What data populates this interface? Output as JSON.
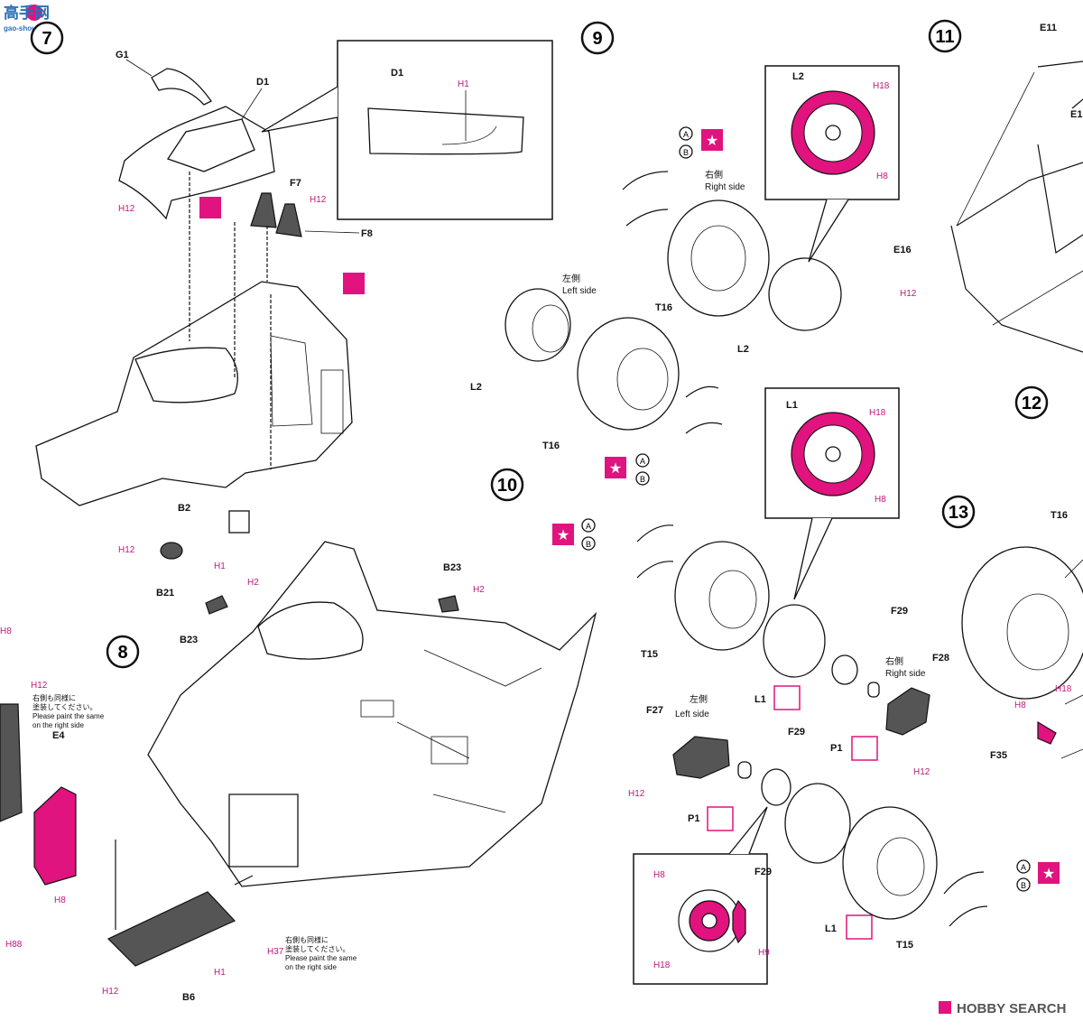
{
  "watermark": {
    "top_left": "高手网",
    "top_left_sub": "gao-shou.net",
    "bottom_right": "HOBBY SEARCH"
  },
  "steps": [
    "7",
    "8",
    "9",
    "10",
    "11",
    "12",
    "13"
  ],
  "colors": {
    "accent_pink": "#e0137f",
    "dark_gray": "#555555"
  },
  "parts": {
    "G1": "G1",
    "D1": "D1",
    "F7": "F7",
    "F8": "F8",
    "B2": "B2",
    "B21": "B21",
    "B23": "B23",
    "E4": "E4",
    "B6": "B6",
    "L1": "L1",
    "L2": "L2",
    "T15": "T15",
    "T16": "T16",
    "F27": "F27",
    "F28": "F28",
    "F29": "F29",
    "P1": "P1",
    "E11": "E11",
    "E16": "E16",
    "F35": "F35"
  },
  "paint": {
    "H1": "H1",
    "H2": "H2",
    "H8": "H8",
    "H9": "H9",
    "H12": "H12",
    "H18": "H18",
    "H37": "H37",
    "H88": "H88"
  },
  "sides": {
    "right_jp": "右側",
    "right_en": "Right side",
    "left_jp": "左側",
    "left_en": "Left side"
  },
  "notes": {
    "paint_same_jp_1": "右側も同様に",
    "paint_same_jp_2": "塗装してください。",
    "paint_same_en_1": "Please paint the same",
    "paint_same_en_2": "on the right side"
  },
  "options": {
    "a": "A",
    "b": "B"
  }
}
